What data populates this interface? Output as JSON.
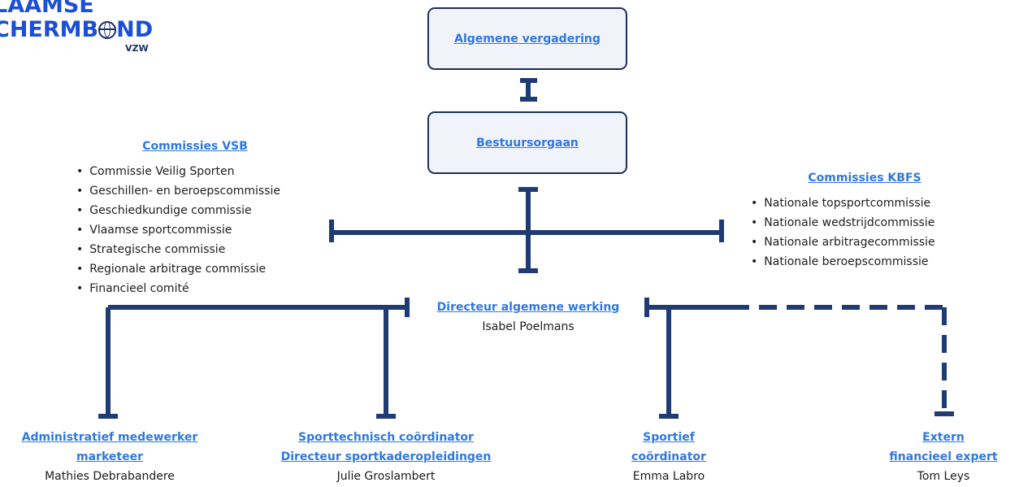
{
  "logo": {
    "line1": "LAAMSE",
    "line2a": "CHERMB",
    "line2b": "ND",
    "suffix": "VZW"
  },
  "top_box": "Algemene vergadering",
  "board_box": "Bestuursorgaan",
  "commissions_vsb": {
    "title": "Commissies VSB",
    "items": [
      "Commissie Veilig Sporten",
      "Geschillen- en beroepscommissie",
      "Geschiedkundige commissie",
      "Vlaamse sportcommissie",
      "Strategische commissie",
      "Regionale arbitrage commissie",
      "Financieel comité"
    ]
  },
  "commissions_kbfs": {
    "title": "Commissies KBFS",
    "items": [
      "Nationale topsportcommissie",
      "Nationale wedstrijdcommissie",
      "Nationale arbitragecommissie",
      "Nationale beroepscommissie"
    ]
  },
  "director": {
    "role": "Directeur algemene werking",
    "name": "Isabel Poelmans"
  },
  "staff": [
    {
      "role_lines": [
        "Administratief medewerker",
        "marketeer"
      ],
      "name": "Mathies Debrabandere"
    },
    {
      "role_lines": [
        "Sporttechnisch coördinator",
        "Directeur sportkaderopleidingen"
      ],
      "name": "Julie Groslambert"
    },
    {
      "role_lines": [
        "Sportief",
        "coördinator"
      ],
      "name": "Emma Labro"
    },
    {
      "role_lines": [
        "Extern",
        "financieel expert"
      ],
      "name": "Tom Leys"
    }
  ],
  "colors": {
    "connector": "#1f3b73",
    "link_text": "#2f78e0",
    "logo_blue": "#1a4fd6"
  }
}
